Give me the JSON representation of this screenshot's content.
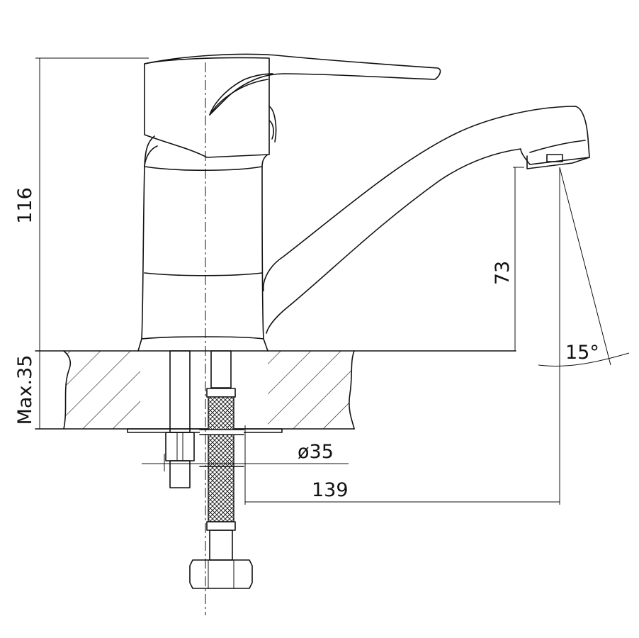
{
  "dimensions": {
    "total_height": "116",
    "spout_height": "73",
    "max_thickness": "Max.35",
    "hole_diameter": "ø35",
    "spout_reach": "139",
    "spout_angle": "15°"
  }
}
